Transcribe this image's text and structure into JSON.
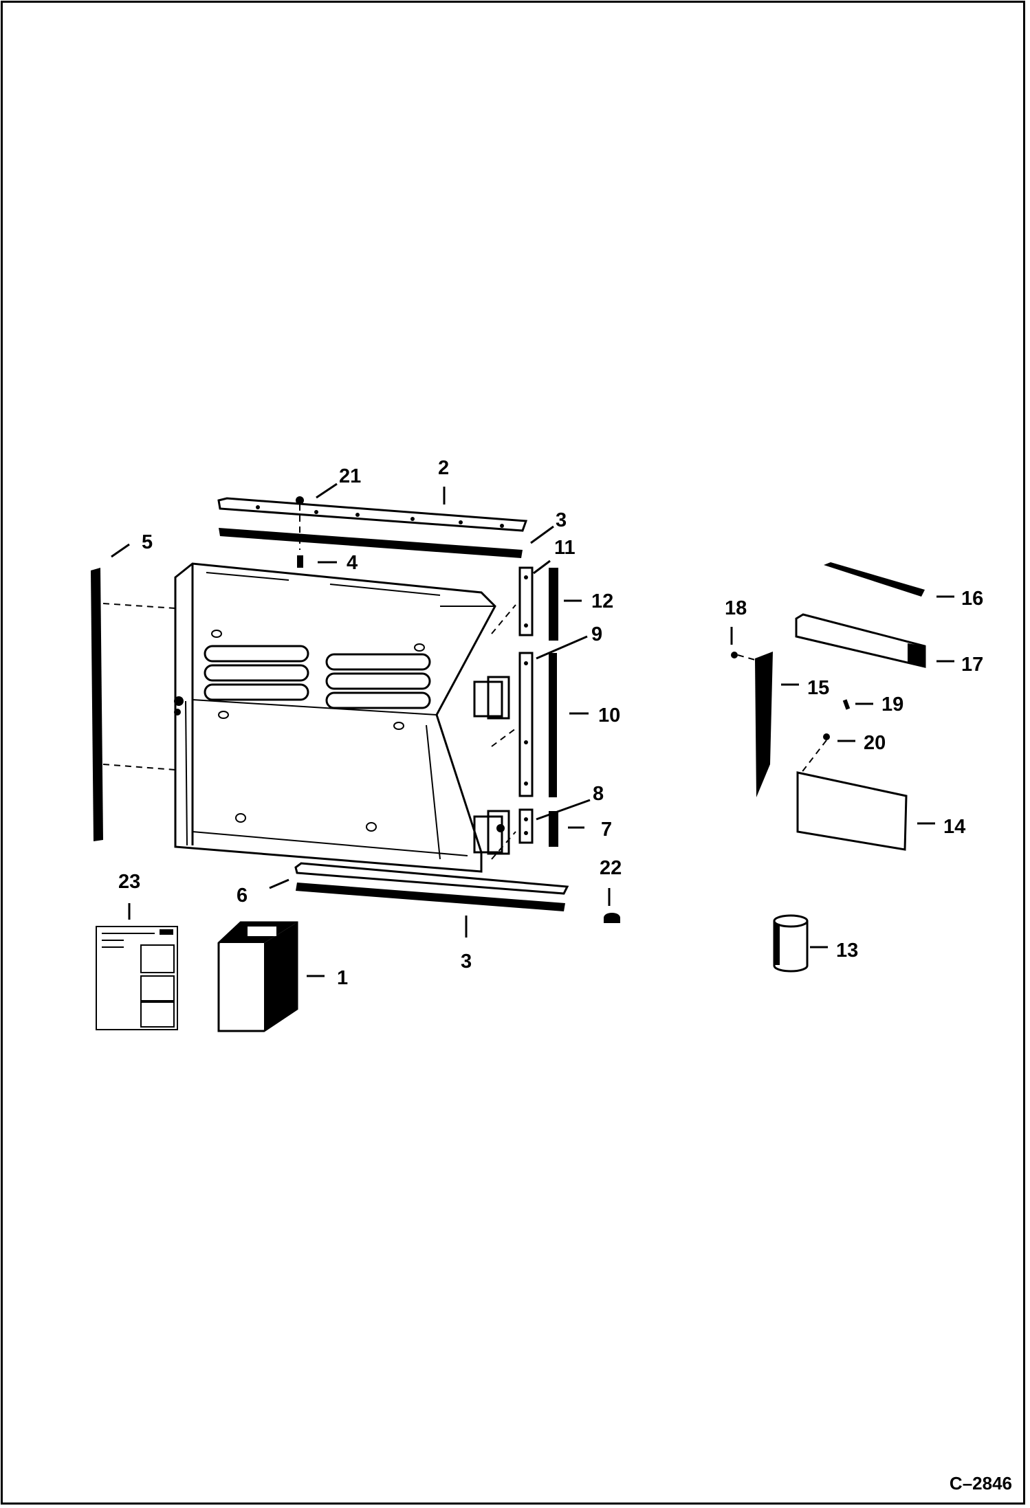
{
  "figure_ref": "C–2846",
  "callouts": {
    "c1": "1",
    "c2": "2",
    "c3a": "3",
    "c3b": "3",
    "c4": "4",
    "c5": "5",
    "c6": "6",
    "c7": "7",
    "c8": "8",
    "c9": "9",
    "c10": "10",
    "c11": "11",
    "c12": "12",
    "c13": "13",
    "c14": "14",
    "c15": "15",
    "c16": "16",
    "c17": "17",
    "c18": "18",
    "c19": "19",
    "c20": "20",
    "c21": "21",
    "c22": "22",
    "c23": "23"
  }
}
